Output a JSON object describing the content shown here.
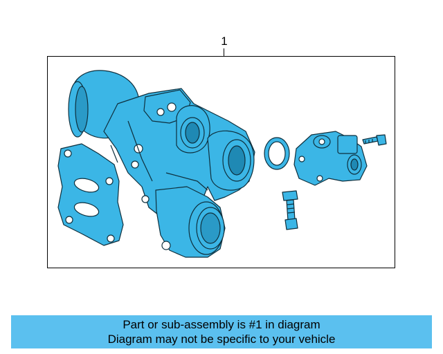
{
  "diagram": {
    "callout_number": "1",
    "part_color": "#3bb6e6",
    "outline_color": "#0e2f3d",
    "parts": [
      {
        "icon": "turbocharger-assembly-icon"
      },
      {
        "icon": "gasket-ring-icon"
      },
      {
        "icon": "outlet-flange-housing-icon"
      },
      {
        "icon": "bolt-icon"
      },
      {
        "icon": "stud-bolt-icon"
      }
    ]
  },
  "banner": {
    "line1": "Part or sub-assembly is #1 in diagram",
    "line2": "Diagram may not be specific to your vehicle",
    "background": "#5bc0ef"
  }
}
